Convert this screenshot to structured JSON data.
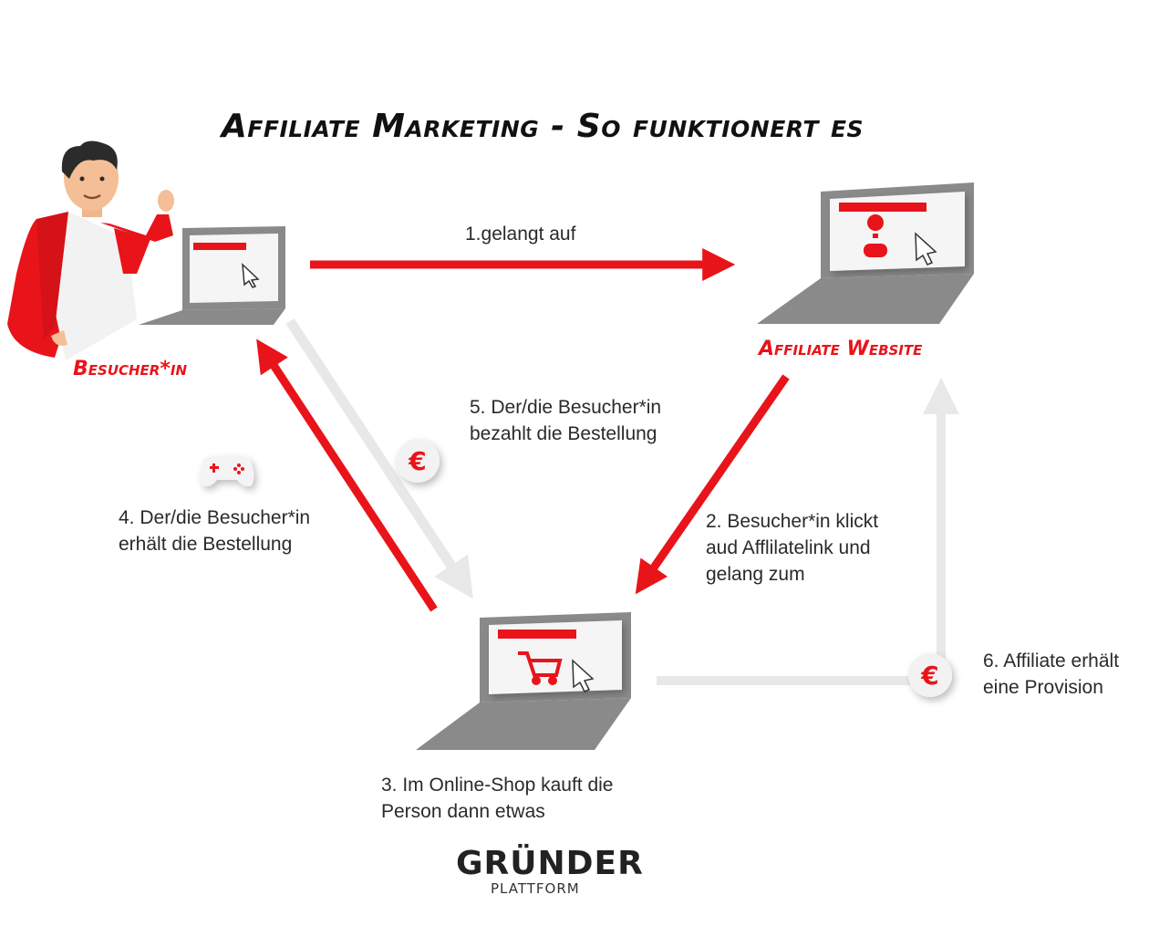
{
  "title": "Affiliate Marketing - So funktionert es",
  "nodes": {
    "visitor": "Besucher*in",
    "affiliate": "Affiliate Website"
  },
  "steps": {
    "s1": [
      "1.gelangt auf"
    ],
    "s2": [
      "2. Besucher*in klickt",
      "aud Afflilatelink und",
      "gelang zum"
    ],
    "s3": [
      "3. Im Online-Shop kauft die",
      "Person dann etwas"
    ],
    "s4": [
      "4. Der/die Besucher*in",
      "erhält die Bestellung"
    ],
    "s5": [
      "5. Der/die Besucher*in",
      "bezahlt die Bestellung"
    ],
    "s6": [
      "6. Affiliate erhält",
      "eine Provision"
    ]
  },
  "icons": {
    "euro": "€",
    "names": [
      "person-icon",
      "laptop-icon",
      "shopping-cart-icon",
      "gamepad-icon",
      "hot-air-balloon-icon",
      "cursor-icon",
      "euro-coin-icon"
    ]
  },
  "logo": {
    "main": "GRÜNDER",
    "sub": "PLATTFORM"
  },
  "colors": {
    "accent": "#e8141a",
    "muted": "#e8e8e8",
    "laptop": "#8a8a8a"
  }
}
